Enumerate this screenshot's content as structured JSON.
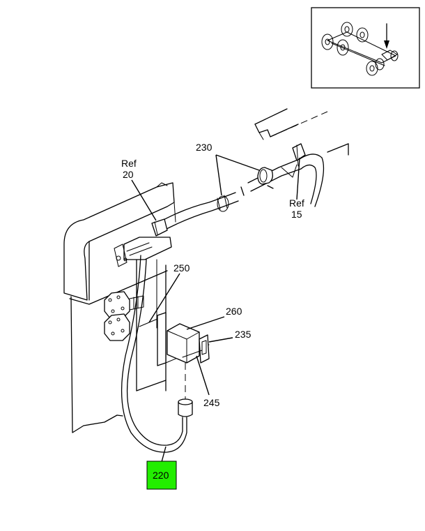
{
  "callouts": {
    "ref20": {
      "ref": "Ref",
      "num": "20"
    },
    "ref15": {
      "ref": "Ref",
      "num": "15"
    },
    "p230": "230",
    "p250": "250",
    "p260": "260",
    "p235": "235",
    "p245": "245",
    "p220": "220"
  },
  "colors": {
    "highlight": "#22ee00",
    "line": "#000000",
    "background": "#ffffff"
  },
  "inset": {
    "icon": "truck-chassis-locator-icon"
  }
}
